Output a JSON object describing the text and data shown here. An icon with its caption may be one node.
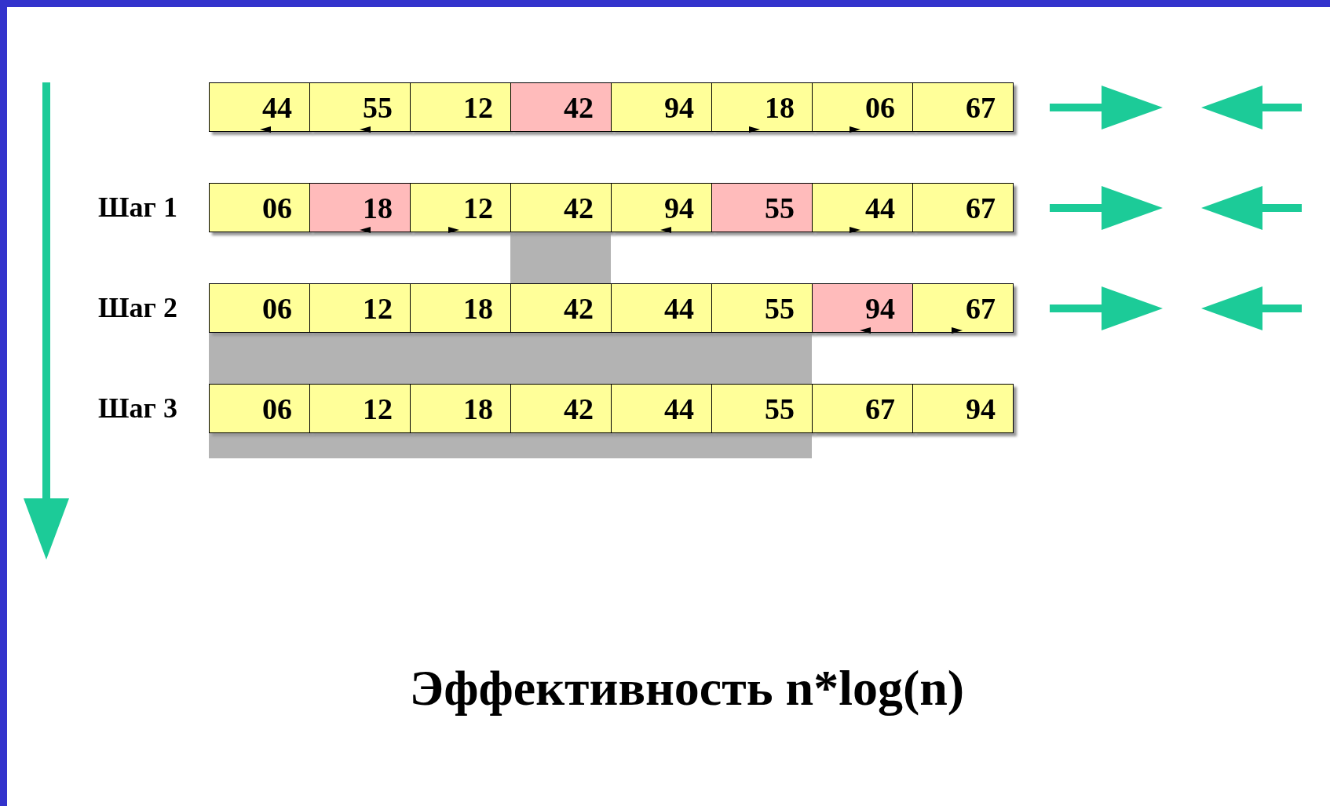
{
  "diagram": {
    "caption": "Эффективность n*log(n)",
    "nodes": [
      {
        "text": [
          "44"
        ]
      },
      {
        "text": [
          "55"
        ]
      },
      {
        "text": [
          "12"
        ]
      },
      {
        "text": [
          "42"
        ]
      },
      {
        "text": [
          "94"
        ]
      },
      {
        "text": [
          "18"
        ]
      },
      {
        "text": [
          "06"
        ]
      },
      {
        "text": [
          "67"
        ]
      },
      {
        "text": [
          "06"
        ]
      },
      {
        "text": [
          "18"
        ]
      },
      {
        "text": [
          "12"
        ]
      },
      {
        "text": [
          "42"
        ]
      },
      {
        "text": [
          "94"
        ]
      },
      {
        "text": [
          "55"
        ]
      },
      {
        "text": [
          "44"
        ]
      },
      {
        "text": [
          "67"
        ]
      },
      {
        "text": [
          "06"
        ]
      },
      {
        "text": [
          "12"
        ]
      },
      {
        "text": [
          "18"
        ]
      },
      {
        "text": [
          "42"
        ]
      },
      {
        "text": [
          "44"
        ]
      },
      {
        "text": [
          "55"
        ]
      },
      {
        "text": [
          "94"
        ]
      },
      {
        "text": [
          "67"
        ]
      },
      {
        "text": [
          "06"
        ]
      },
      {
        "text": [
          "12"
        ]
      },
      {
        "text": [
          "18"
        ]
      },
      {
        "text": [
          "42"
        ]
      },
      {
        "text": [
          "44"
        ]
      },
      {
        "text": [
          "55"
        ]
      },
      {
        "text": [
          "67"
        ]
      },
      {
        "text": [
          "94"
        ]
      }
    ],
    "labels": [
      "Шаг 1",
      "Шаг 2",
      "Шаг 3"
    ]
  }
}
